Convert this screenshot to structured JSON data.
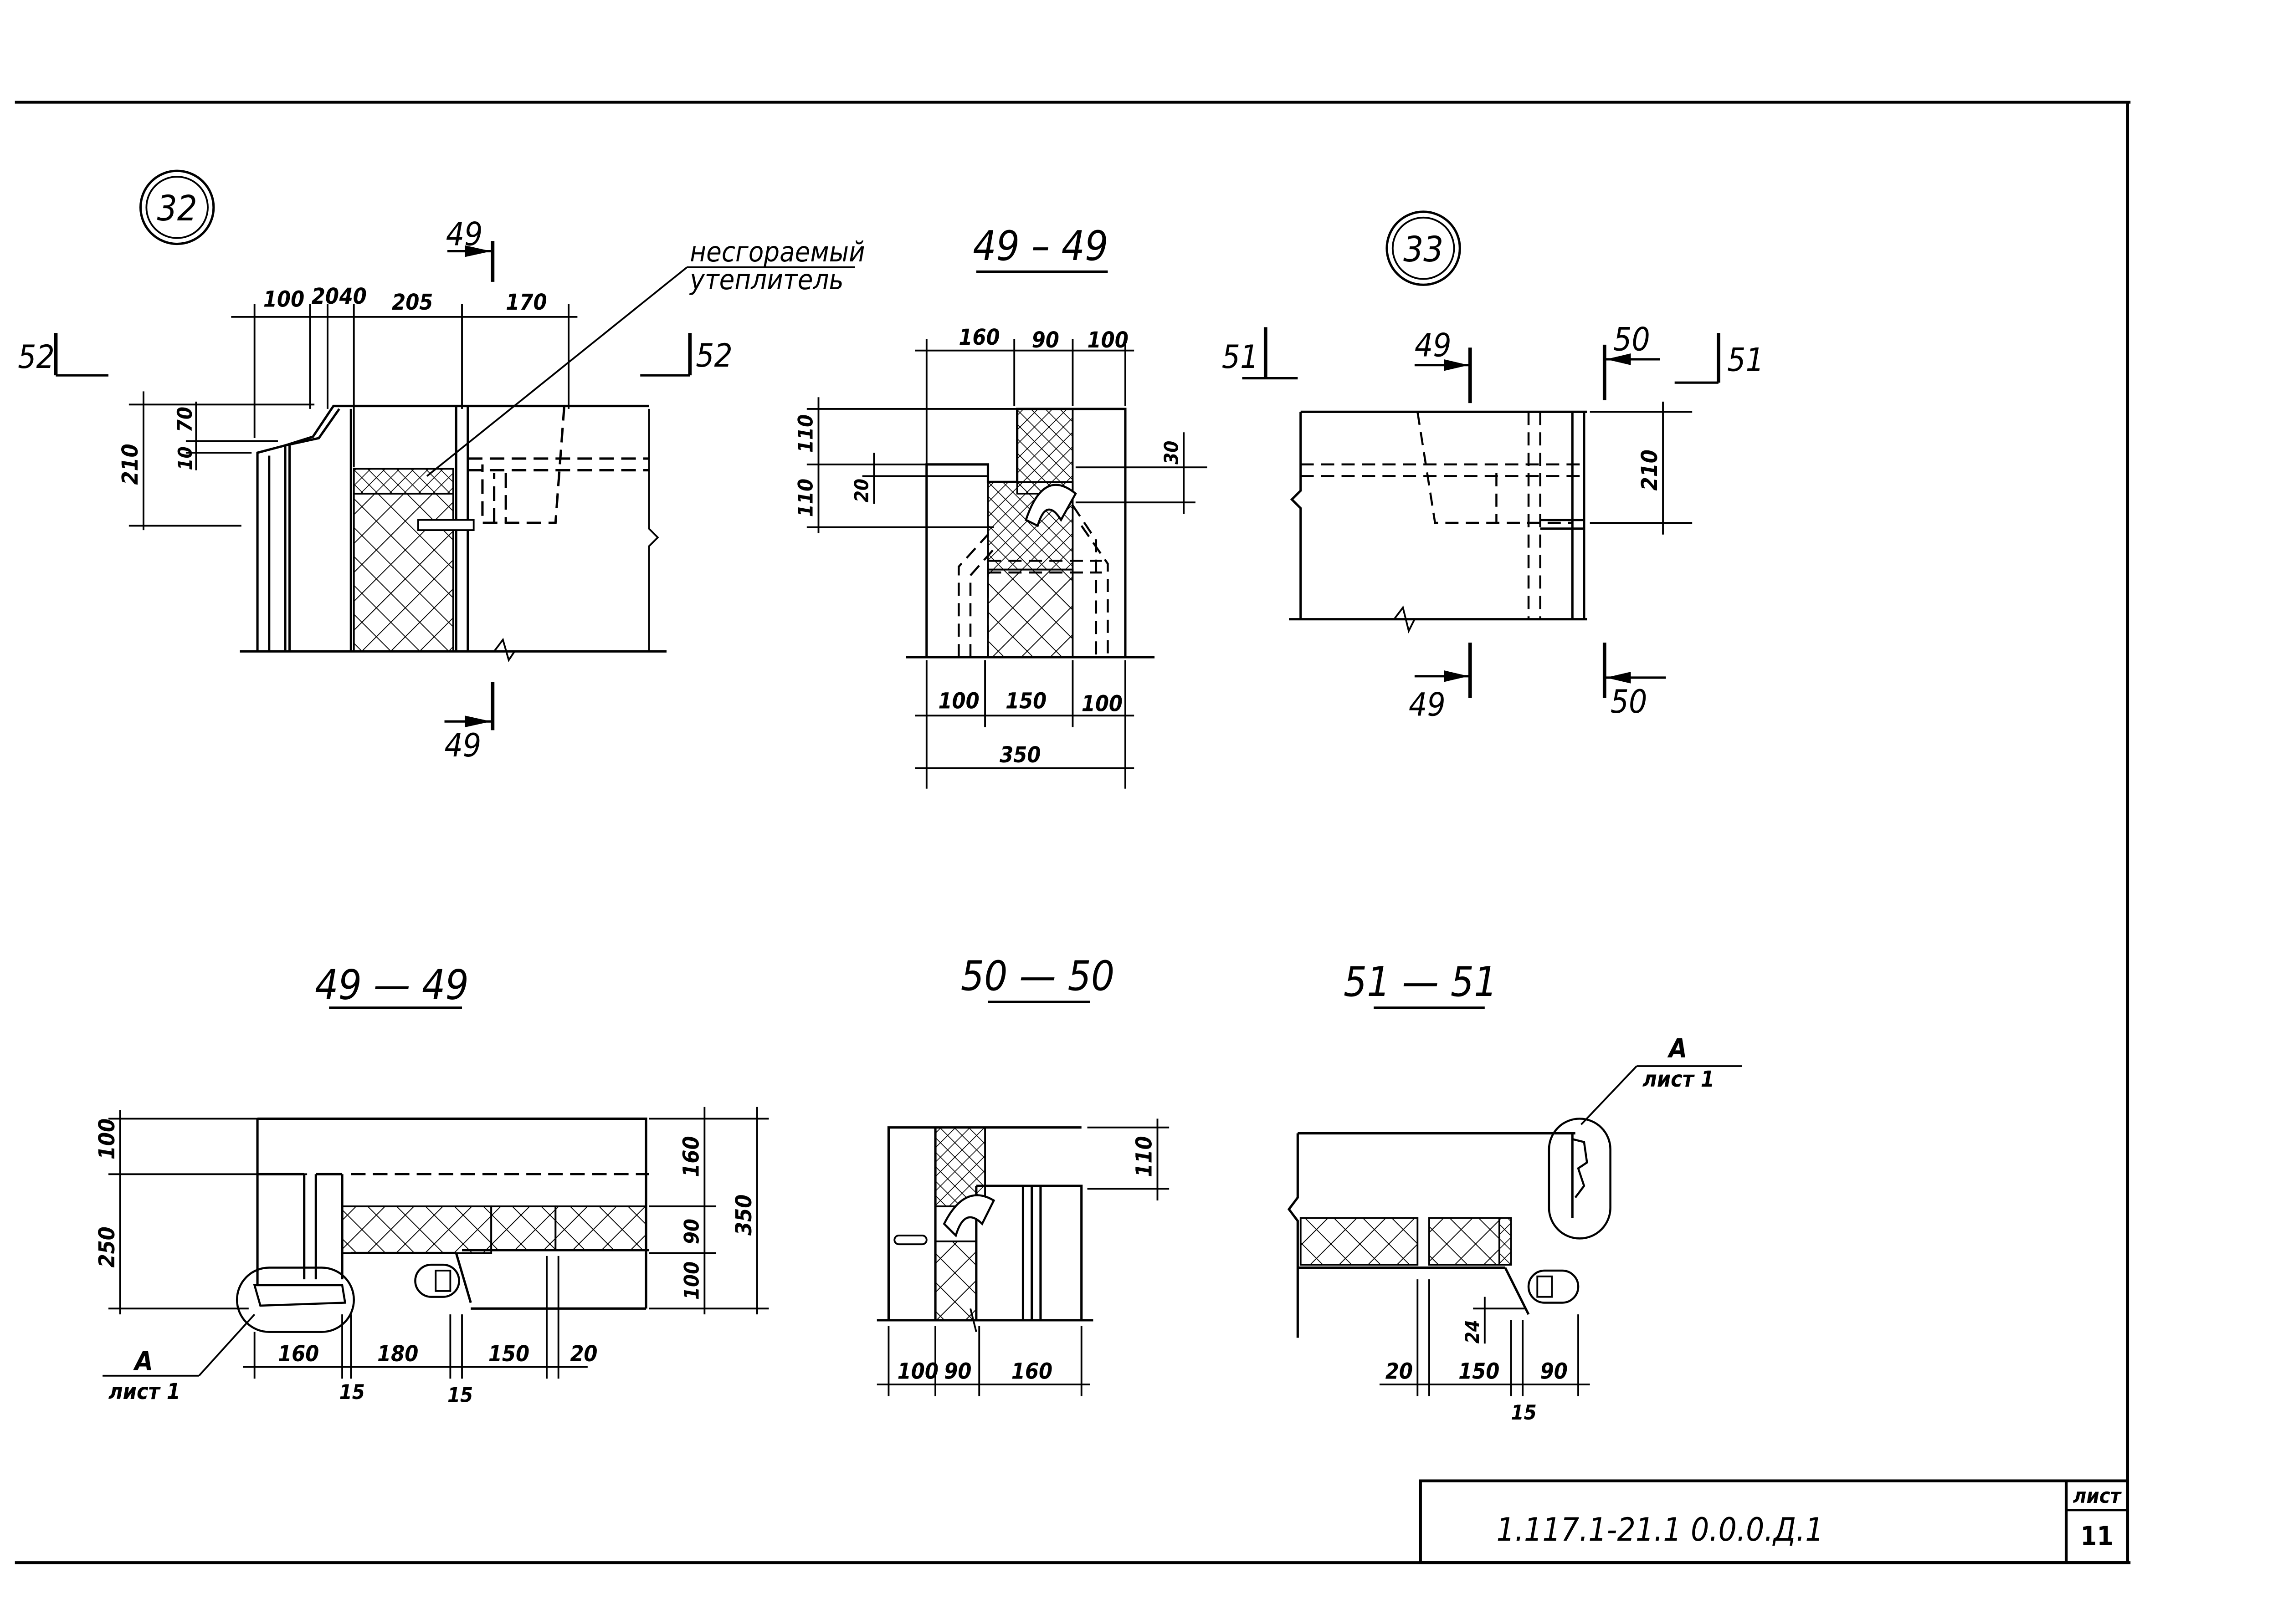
{
  "drawing": {
    "callouts": {
      "node32": "32",
      "node33": "33"
    },
    "note": {
      "line1": "несгораемый",
      "line2": "утеплитель"
    },
    "section_titles": {
      "top_49": "49 – 49",
      "bottom_49": "49 — 49",
      "bottom_50": "50 — 50",
      "bottom_51": "51 — 51"
    },
    "cut_marks": {
      "c49": "49",
      "c50": "50",
      "c51": "51",
      "c52": "52"
    },
    "detail_ref": {
      "letter": "А",
      "sheet": "лист 1"
    },
    "dims": {
      "n32_top": [
        "100",
        "20",
        "40",
        "205",
        "170"
      ],
      "n32_left": [
        "210",
        "70",
        "10"
      ],
      "s49_top": [
        "160",
        "90",
        "100"
      ],
      "s49_left": [
        "110",
        "20",
        "110"
      ],
      "s49_right": "30",
      "s49_bottom": [
        "100",
        "150",
        "100"
      ],
      "s49_total": "350",
      "n33_right": "210",
      "b49_left": [
        "100",
        "250"
      ],
      "b49_right": [
        "160",
        "90",
        "100"
      ],
      "b49_total": "350",
      "b49_bottom": [
        "160",
        "180",
        "150",
        "20"
      ],
      "b49_bottom2": [
        "15",
        "15"
      ],
      "b50_right": "110",
      "b50_bottom": [
        "100",
        "90",
        "160"
      ],
      "b51_bottom": [
        "20",
        "150",
        "90"
      ],
      "b51_small": [
        "24",
        "15"
      ]
    }
  },
  "title_block": {
    "code": "1.117.1-21.1  0.0.0.Д.1",
    "sheet_label": "лист",
    "sheet_number": "11"
  }
}
